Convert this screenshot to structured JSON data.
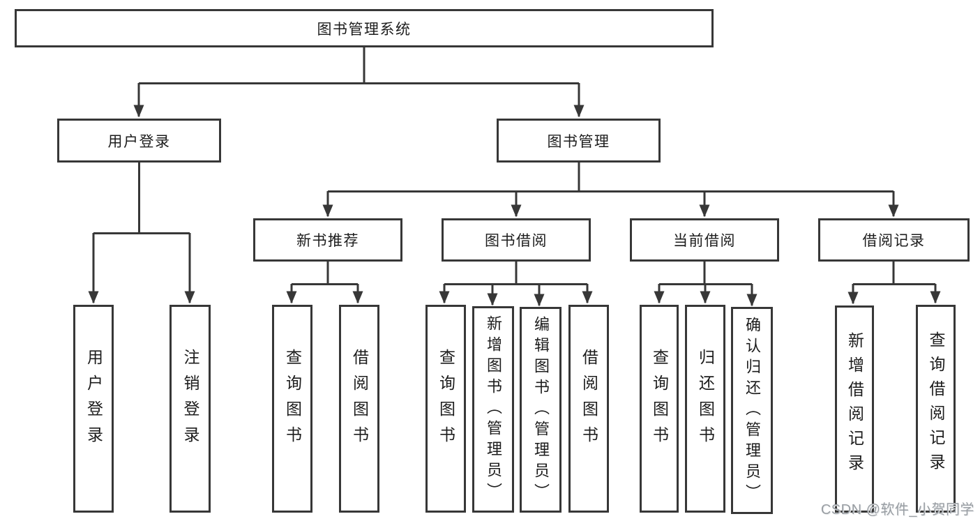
{
  "diagram": {
    "title": "图书管理系统",
    "root": {
      "label": "图书管理系统"
    },
    "level2": {
      "user_login": {
        "label": "用户登录"
      },
      "book_mgmt": {
        "label": "图书管理"
      }
    },
    "level3": {
      "new_book_rec": {
        "label": "新书推荐"
      },
      "book_borrow": {
        "label": "图书借阅"
      },
      "current_borrow": {
        "label": "当前借阅"
      },
      "borrow_records": {
        "label": "借阅记录"
      }
    },
    "leaves": {
      "login": {
        "label": "用户登录"
      },
      "logout": {
        "label": "注销登录"
      },
      "rec_query_book": {
        "label": "查询图书"
      },
      "rec_borrow_book": {
        "label": "借阅图书"
      },
      "borrow_query_book": {
        "label": "查询图书"
      },
      "borrow_add_book": {
        "label": "新增图书（管理员）"
      },
      "borrow_edit_book": {
        "label": "编辑图书（管理员）"
      },
      "borrow_borrow_book": {
        "label": "借阅图书"
      },
      "current_query_book": {
        "label": "查询图书"
      },
      "current_return_book": {
        "label": "归还图书"
      },
      "current_confirm_return": {
        "label": "确认归还（管理员）"
      },
      "records_add_record": {
        "label": "新增借阅记录"
      },
      "records_query_record": {
        "label": "查询借阅记录"
      }
    }
  },
  "watermark": {
    "text": "CSDN @软件_小贺同学"
  },
  "colors": {
    "line": "#373737",
    "text": "#1c1c1c",
    "background": "#ffffff",
    "watermark": "#999ea3"
  }
}
